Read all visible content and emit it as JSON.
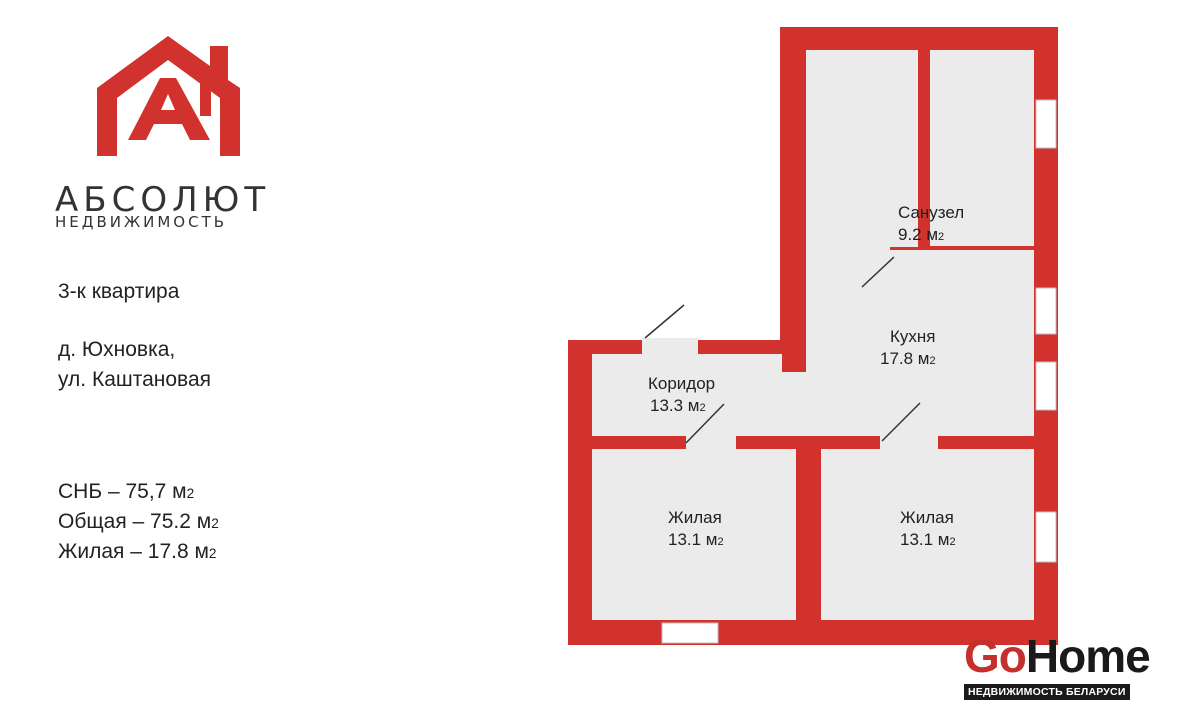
{
  "brand": {
    "name": "АБСОЛЮТ",
    "subtitle": "НЕДВИЖИМОСТЬ",
    "logo_letter": "А",
    "color": "#d2322d"
  },
  "listing": {
    "type": "3-к квартира",
    "address_line1": "д. Юхновка,",
    "address_line2": "ул. Каштановая",
    "areas": [
      {
        "label": "СНБ – 75,7 м",
        "unit_sup": "2"
      },
      {
        "label": "Общая – 75.2 м",
        "unit_sup": "2"
      },
      {
        "label": "Жилая – 17.8 м",
        "unit_sup": "2"
      }
    ]
  },
  "floorplan": {
    "wall_color": "#d2322d",
    "floor_color": "#ebebeb",
    "rooms": [
      {
        "name": "Санузел",
        "area": "9.2 м",
        "sup": "2"
      },
      {
        "name": "Кухня",
        "area": "17.8 м",
        "sup": "2"
      },
      {
        "name": "Коридор",
        "area": "13.3 м",
        "sup": "2"
      },
      {
        "name": "Жилая",
        "area": "13.1 м",
        "sup": "2"
      },
      {
        "name": "Жилая",
        "area": "13.1 м",
        "sup": "2"
      }
    ]
  },
  "watermark": {
    "go": "Go",
    "home": "Home",
    "tagline": "НЕДВИЖИМОСТЬ БЕЛАРУСИ",
    "go_color": "#c4302b"
  }
}
